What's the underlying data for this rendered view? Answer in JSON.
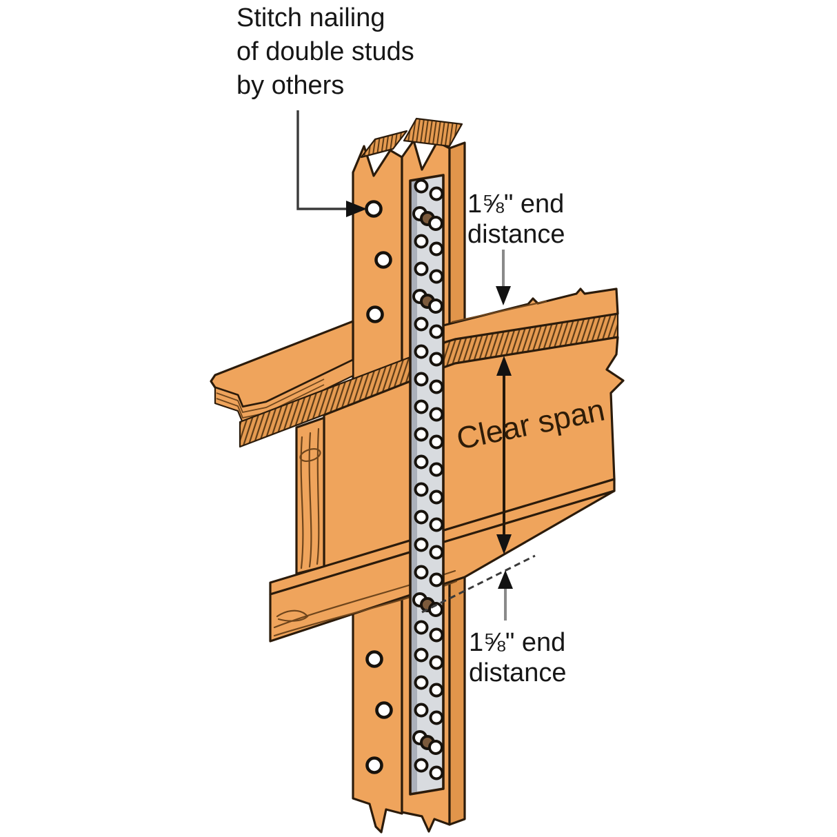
{
  "labels": {
    "stitch": {
      "lines": [
        "Stitch nailing",
        "of double studs",
        "by others"
      ]
    },
    "end_top": {
      "lines": [
        "1⅝\" end",
        "distance"
      ]
    },
    "clear_span": "Clear span",
    "end_bottom": {
      "lines": [
        "1⅝\" end",
        "distance"
      ]
    }
  },
  "colors": {
    "bg": "#ffffff",
    "wood": "#EFA45C",
    "wood_side": "#E1954B",
    "outline": "#2B1B0B",
    "grain": "#6E451C",
    "hatch": "#5D3B16",
    "hatch_bg": "#E69B51",
    "strap": "#D8DBDF",
    "strap_shade": "#ABB0BA",
    "hole_ring": "#17120C",
    "nail": "#7B5A3C",
    "label": "#161616",
    "clear_span": "#2E1C08",
    "dim_gray": "#8A8A8A",
    "leader": "#3A3A3A",
    "span_arrow": "#241709",
    "arrow_head": "#121212"
  }
}
